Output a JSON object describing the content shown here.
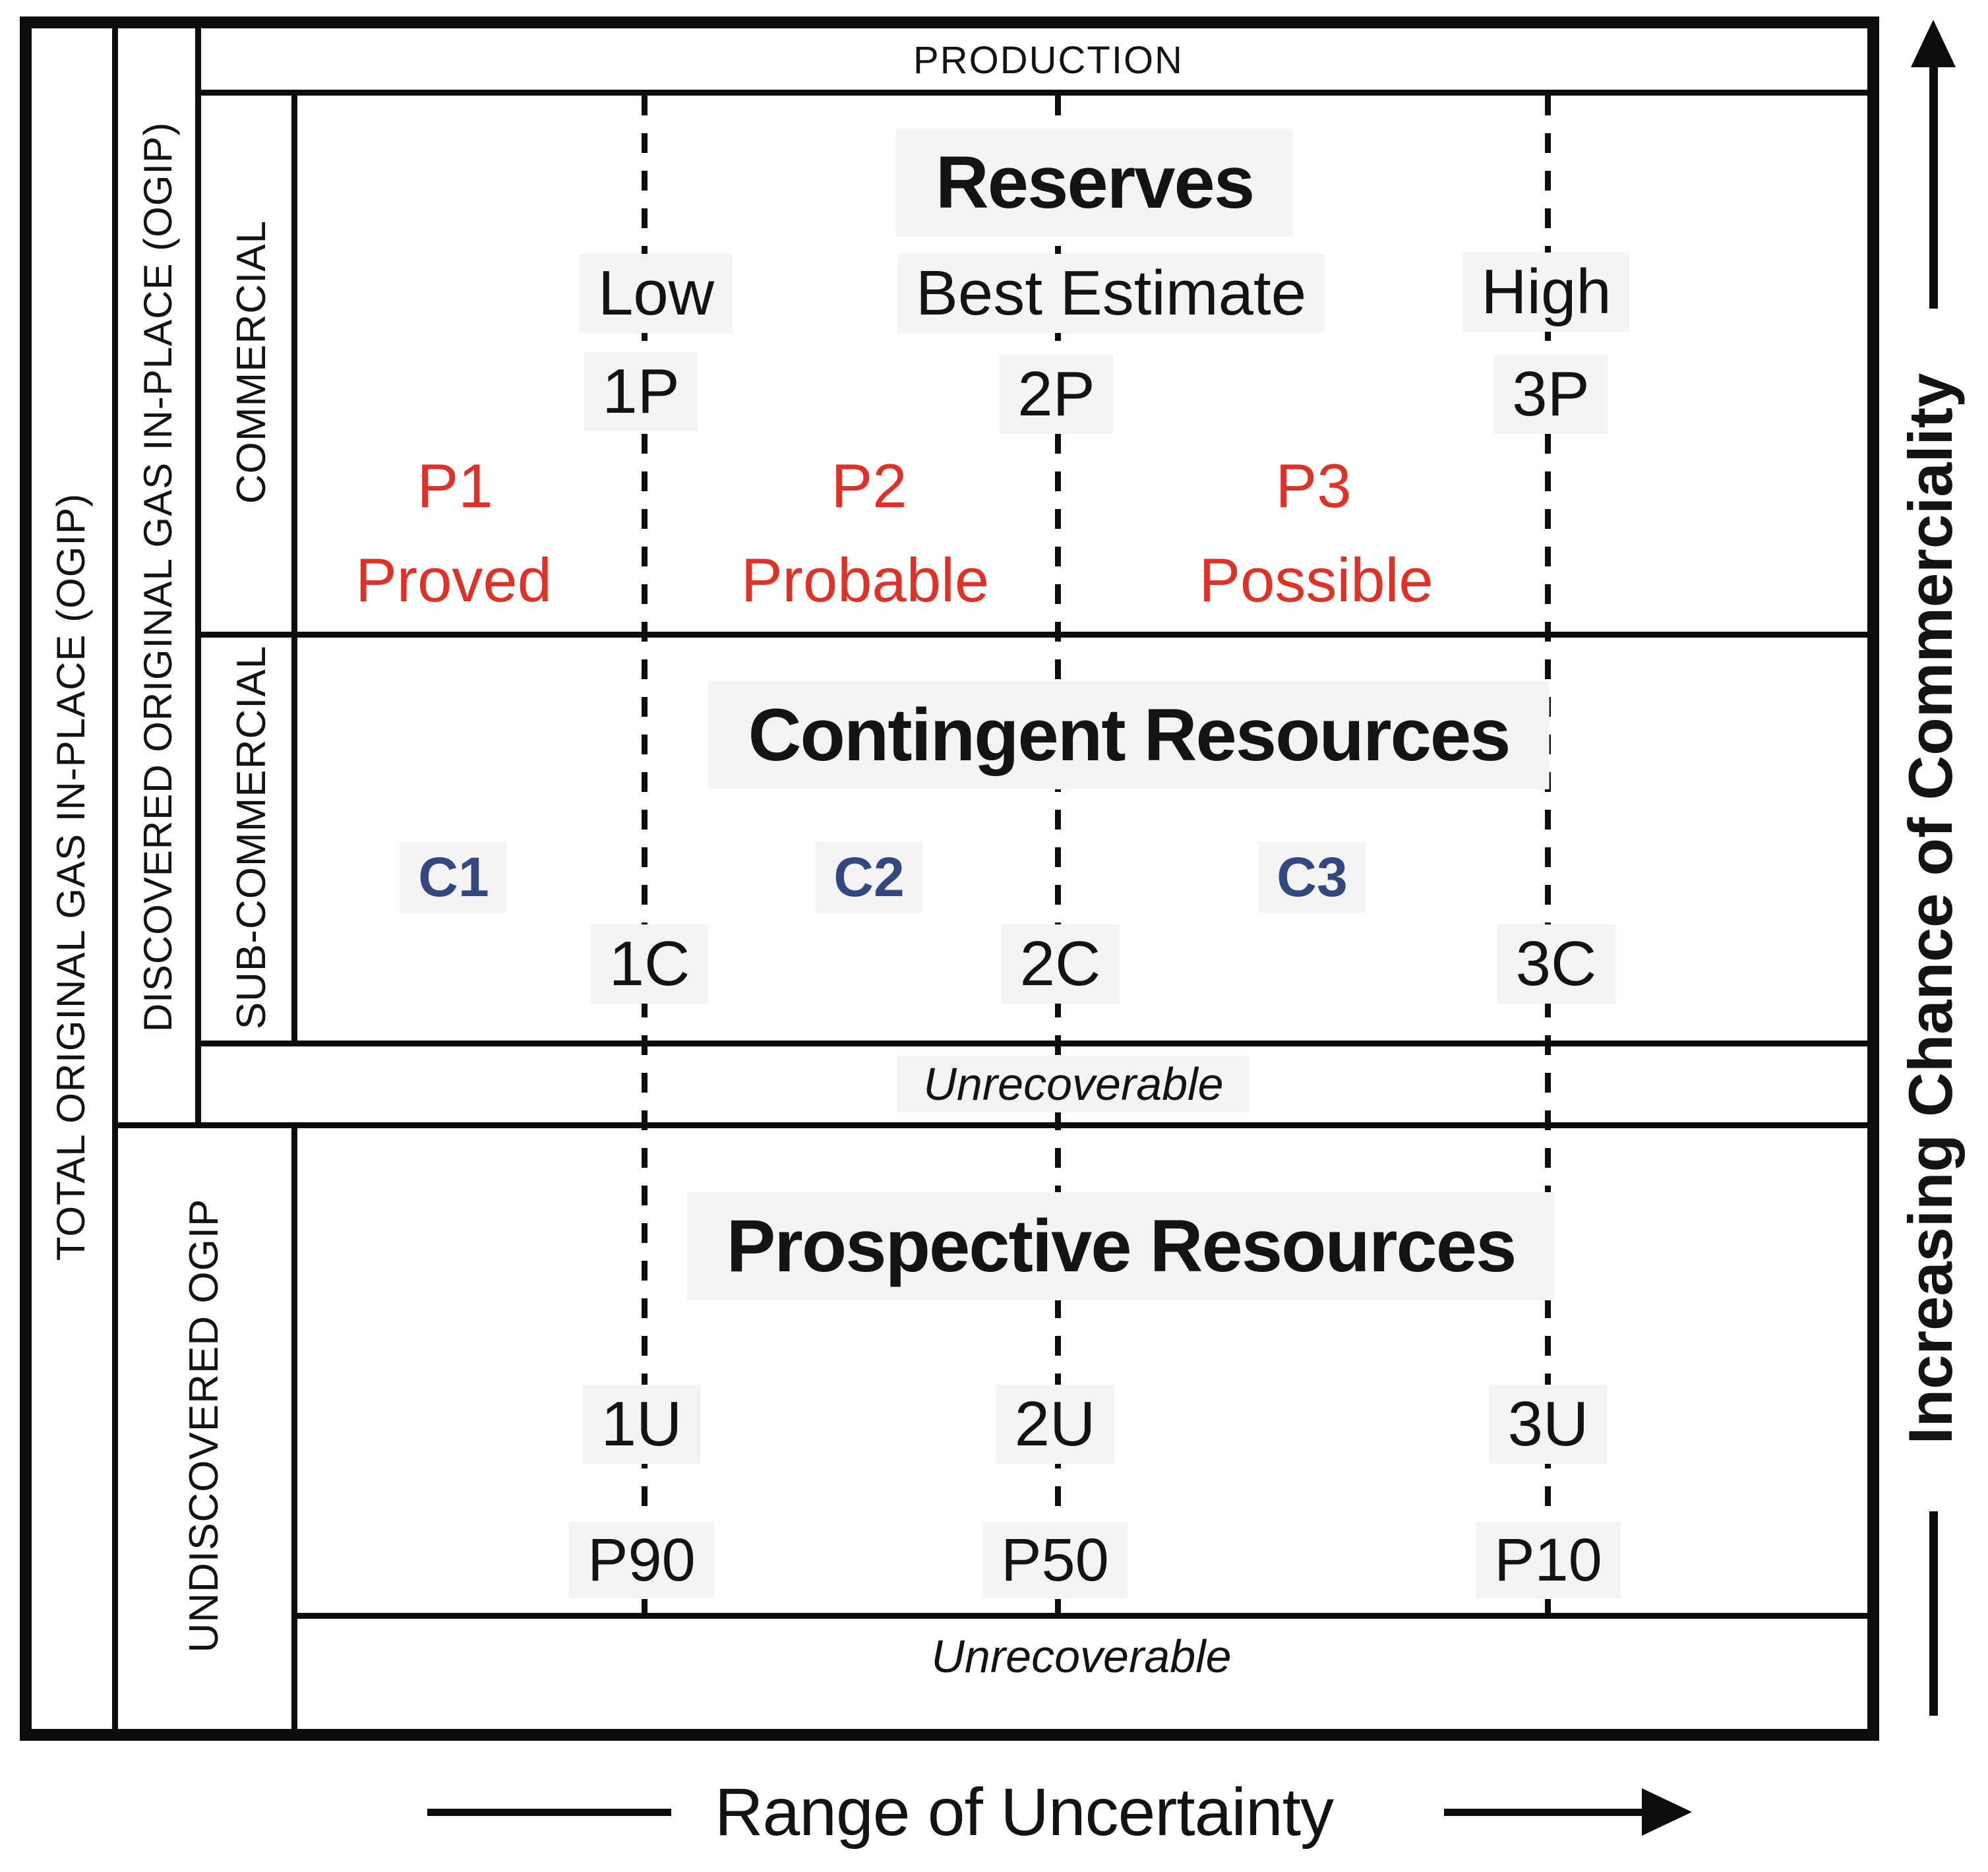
{
  "colors": {
    "red": "#e03127",
    "blue": "#33487e",
    "highlight": "#f4f4f5",
    "line": "#0c0c0c"
  },
  "production": {
    "label": "PRODUCTION"
  },
  "left_labels": {
    "total_ogip": "TOTAL ORIGINAL GAS IN-PLACE (OGIP)",
    "discovered_ogip": "DISCOVERED ORIGINAL GAS IN-PLACE (OGIP)",
    "commercial": "COMMERCIAL",
    "sub_commercial": "SUB-COMMERCIAL",
    "undiscovered_ogip": "UNDISCOVERED OGIP"
  },
  "reserves": {
    "title": "Reserves",
    "estimates": [
      "Low",
      "Best Estimate",
      "High"
    ],
    "codes": [
      "1P",
      "2P",
      "3P"
    ],
    "categories": [
      {
        "code": "P1",
        "name": "Proved"
      },
      {
        "code": "P2",
        "name": "Probable"
      },
      {
        "code": "P3",
        "name": "Possible"
      }
    ]
  },
  "contingent": {
    "title": "Contingent Resources",
    "class_codes": [
      "C1",
      "C2",
      "C3"
    ],
    "codes": [
      "1C",
      "2C",
      "3C"
    ]
  },
  "prospective": {
    "title": "Prospective Resources",
    "codes": [
      "1U",
      "2U",
      "3U"
    ],
    "percentiles": [
      "P90",
      "P50",
      "P10"
    ]
  },
  "unrecoverable": {
    "discovered": "Unrecoverable",
    "undiscovered": "Unrecoverable"
  },
  "axes": {
    "vertical": "Increasing Chance of Commerciality",
    "horizontal": "Range of Uncertainty"
  }
}
